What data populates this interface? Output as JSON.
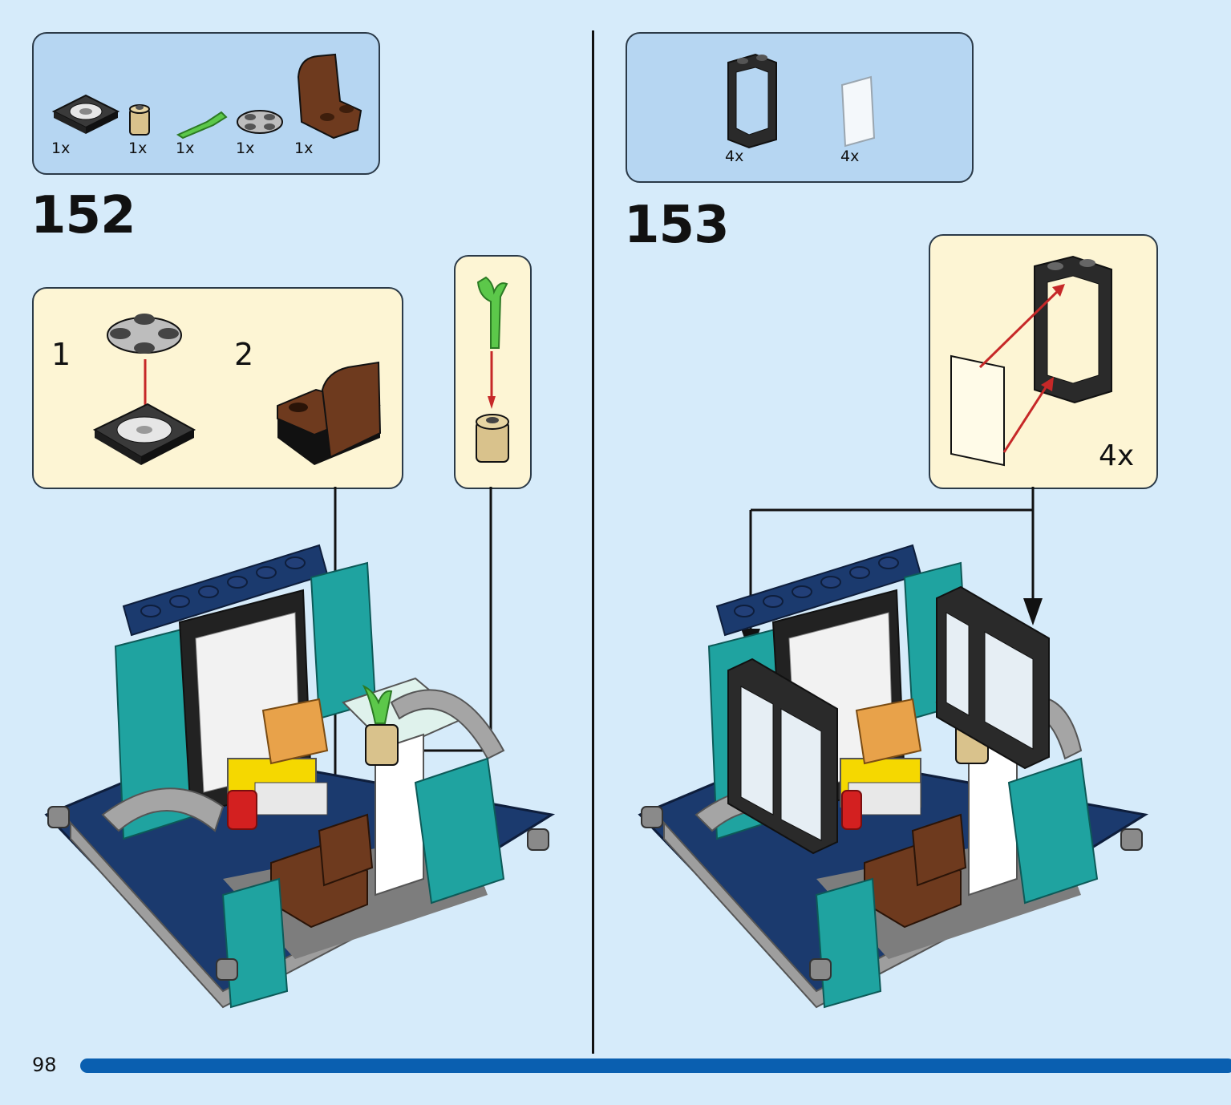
{
  "page": {
    "number": "98"
  },
  "step152": {
    "number": "152",
    "parts": [
      {
        "icon": "tile-2x2-turntable-icon",
        "qty": "1x"
      },
      {
        "icon": "round-brick-1x1-tan-icon",
        "qty": "1x"
      },
      {
        "icon": "plant-stem-green-icon",
        "qty": "1x"
      },
      {
        "icon": "round-plate-2x2-gray-icon",
        "qty": "1x"
      },
      {
        "icon": "chair-brown-icon",
        "qty": "1x"
      }
    ],
    "substeps": [
      {
        "label": "1"
      },
      {
        "label": "2"
      }
    ]
  },
  "step153": {
    "number": "153",
    "parts": [
      {
        "icon": "window-frame-1x2x3-black-icon",
        "qty": "4x"
      },
      {
        "icon": "window-glass-pane-icon",
        "qty": "4x"
      }
    ],
    "callout_multiplier": "4x"
  },
  "colors": {
    "background": "#d6ebfa",
    "parts_box": "#b6d6f2",
    "callout_box": "#fdf5d4",
    "progress_bar": "#0a5fb0",
    "teal": "#1fa3a0",
    "navy": "#1b3a6e",
    "brown": "#6e3a1e",
    "green": "#5cc84a",
    "tan": "#d9c28c",
    "arrow_red": "#c62828"
  }
}
